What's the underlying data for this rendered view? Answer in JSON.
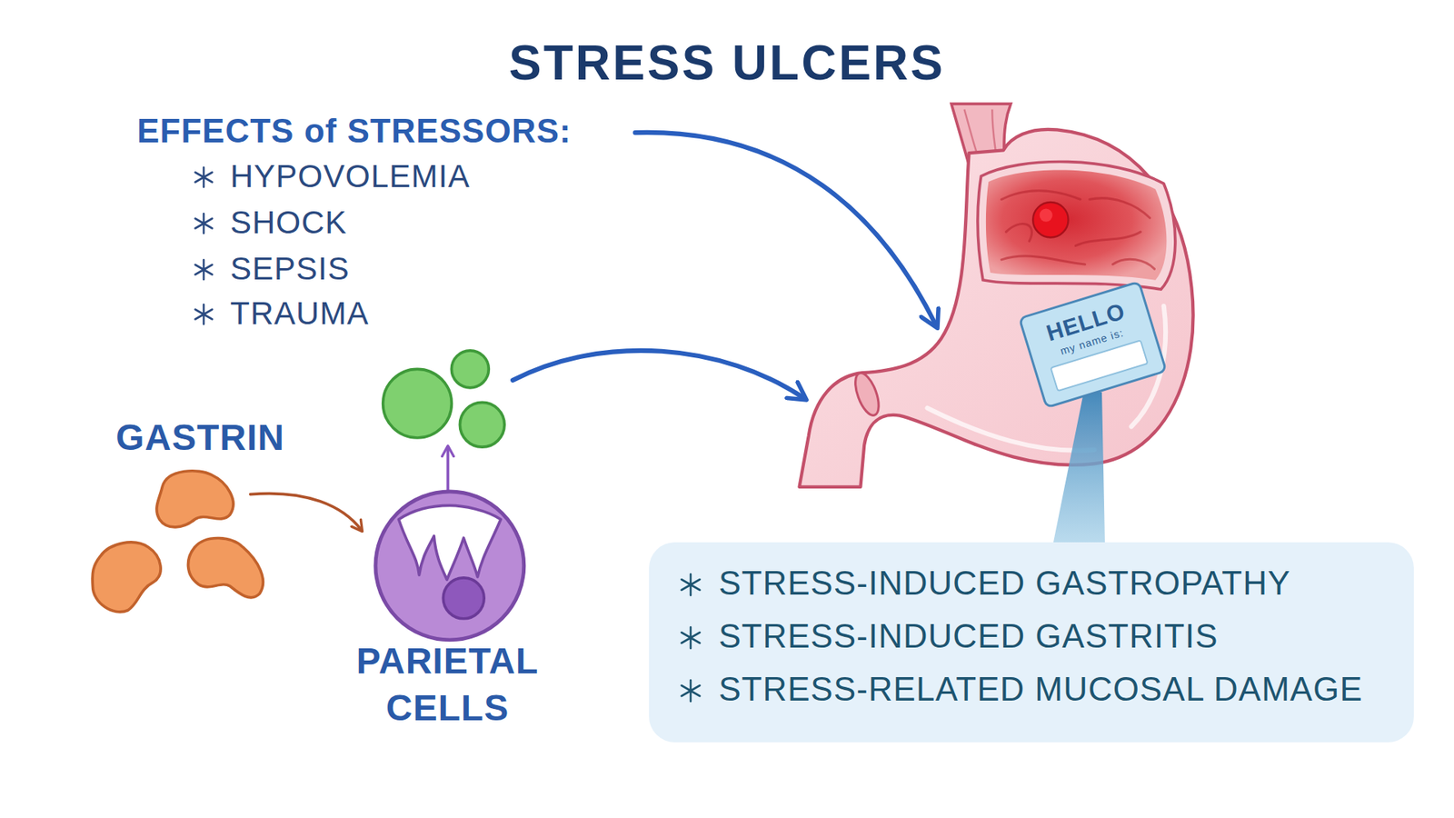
{
  "diagram": {
    "title": "STRESS ULCERS",
    "nodes": [
      {
        "text": [
          "HELLO",
          "my name is:"
        ]
      },
      {
        "text": [
          "STRESS-INDUCED GASTROPATHY",
          "STRESS-INDUCED GASTRITIS",
          "STRESS-RELATED MUCOSAL DAMAGE"
        ]
      }
    ],
    "edges": [
      {
        "from": 0,
        "to": 1,
        "arrow": "none"
      }
    ],
    "labels": [
      "EFFECTS of STRESSORS:",
      "HYPOVOLEMIA",
      "SHOCK",
      "SEPSIS",
      "TRAUMA",
      "GASTRIN",
      "PARIETAL CELLS"
    ]
  }
}
